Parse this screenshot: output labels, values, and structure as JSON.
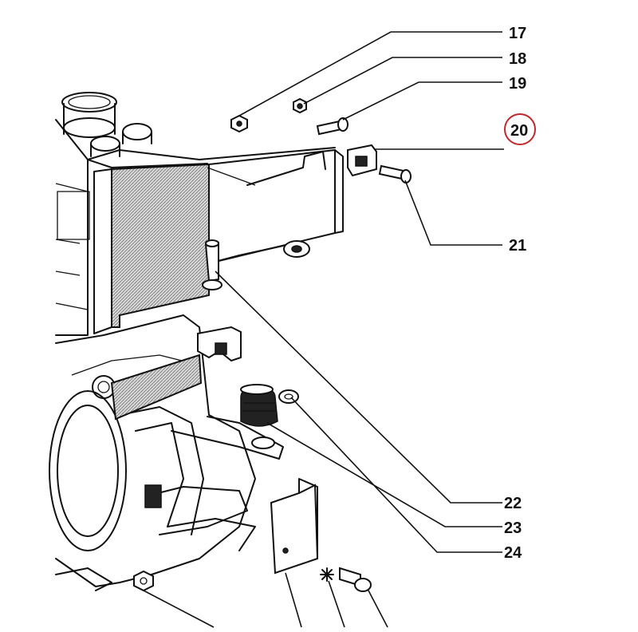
{
  "callouts": [
    {
      "id": "17",
      "label": "17"
    },
    {
      "id": "18",
      "label": "18"
    },
    {
      "id": "19",
      "label": "19"
    },
    {
      "id": "20",
      "label": "20",
      "highlighted": true
    },
    {
      "id": "21",
      "label": "21"
    },
    {
      "id": "22",
      "label": "22"
    },
    {
      "id": "23",
      "label": "23"
    },
    {
      "id": "24",
      "label": "24"
    }
  ],
  "colors": {
    "ink": "#111111",
    "highlight_circle": "#c0282d",
    "background": "#ffffff"
  }
}
